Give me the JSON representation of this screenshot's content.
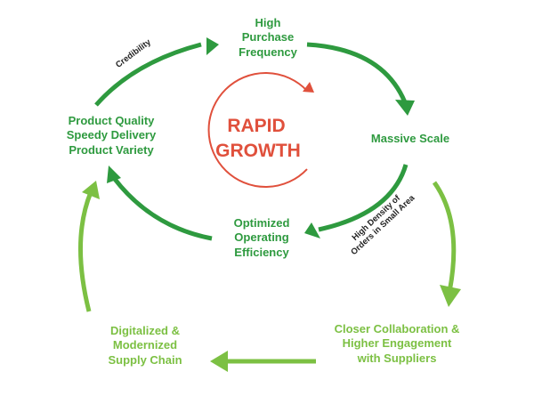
{
  "center": {
    "line1": "RAPID",
    "line2": "GROWTH"
  },
  "nodes": {
    "high_purchase": [
      "High",
      "Purchase",
      "Frequency"
    ],
    "massive_scale": [
      "Massive Scale"
    ],
    "optimized": [
      "Optimized",
      "Operating",
      "Efficiency"
    ],
    "product": [
      "Product Quality",
      "Speedy Delivery",
      "Product Variety"
    ],
    "closer": [
      "Closer Collaboration &",
      "Higher Engagement",
      "with Suppliers"
    ],
    "digitalized": [
      "Digitalized &",
      "Modernized",
      "Supply Chain"
    ]
  },
  "edge_labels": {
    "credibility": "Credibility",
    "density": [
      "High Density of",
      "Orders in Small Area"
    ]
  },
  "colors": {
    "dark_green": "#2e9a3f",
    "light_green": "#7cc043",
    "red": "#e0503c"
  }
}
